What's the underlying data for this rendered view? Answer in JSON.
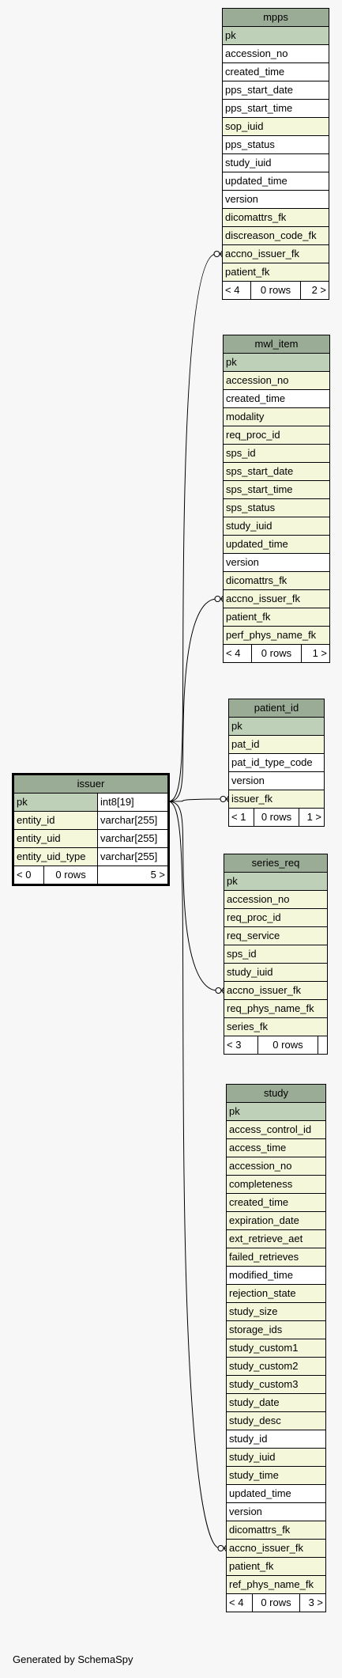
{
  "tables": {
    "mpps": {
      "title": "mpps",
      "columns": [
        {
          "name": "pk",
          "kind": "pk"
        },
        {
          "name": "accession_no",
          "kind": "plain"
        },
        {
          "name": "created_time",
          "kind": "plain"
        },
        {
          "name": "pps_start_date",
          "kind": "plain"
        },
        {
          "name": "pps_start_time",
          "kind": "plain"
        },
        {
          "name": "sop_iuid",
          "kind": "fk"
        },
        {
          "name": "pps_status",
          "kind": "plain"
        },
        {
          "name": "study_iuid",
          "kind": "plain"
        },
        {
          "name": "updated_time",
          "kind": "plain"
        },
        {
          "name": "version",
          "kind": "plain"
        },
        {
          "name": "dicomattrs_fk",
          "kind": "fk"
        },
        {
          "name": "discreason_code_fk",
          "kind": "fk"
        },
        {
          "name": "accno_issuer_fk",
          "kind": "fk"
        },
        {
          "name": "patient_fk",
          "kind": "fk"
        }
      ],
      "footer": [
        "< 4",
        "0 rows",
        "2 >"
      ]
    },
    "mwl_item": {
      "title": "mwl_item",
      "columns": [
        {
          "name": "pk",
          "kind": "pk"
        },
        {
          "name": "accession_no",
          "kind": "fk"
        },
        {
          "name": "created_time",
          "kind": "plain"
        },
        {
          "name": "modality",
          "kind": "fk"
        },
        {
          "name": "req_proc_id",
          "kind": "fk"
        },
        {
          "name": "sps_id",
          "kind": "fk"
        },
        {
          "name": "sps_start_date",
          "kind": "fk"
        },
        {
          "name": "sps_start_time",
          "kind": "fk"
        },
        {
          "name": "sps_status",
          "kind": "fk"
        },
        {
          "name": "study_iuid",
          "kind": "fk"
        },
        {
          "name": "updated_time",
          "kind": "fk"
        },
        {
          "name": "version",
          "kind": "plain"
        },
        {
          "name": "dicomattrs_fk",
          "kind": "fk"
        },
        {
          "name": "accno_issuer_fk",
          "kind": "fk"
        },
        {
          "name": "patient_fk",
          "kind": "fk"
        },
        {
          "name": "perf_phys_name_fk",
          "kind": "fk"
        }
      ],
      "footer": [
        "< 4",
        "0 rows",
        "1 >"
      ]
    },
    "patient_id": {
      "title": "patient_id",
      "columns": [
        {
          "name": "pk",
          "kind": "pk"
        },
        {
          "name": "pat_id",
          "kind": "fk"
        },
        {
          "name": "pat_id_type_code",
          "kind": "plain"
        },
        {
          "name": "version",
          "kind": "plain"
        },
        {
          "name": "issuer_fk",
          "kind": "fk"
        }
      ],
      "footer": [
        "< 1",
        "0 rows",
        "1 >"
      ]
    },
    "series_req": {
      "title": "series_req",
      "columns": [
        {
          "name": "pk",
          "kind": "pk"
        },
        {
          "name": "accession_no",
          "kind": "fk"
        },
        {
          "name": "req_proc_id",
          "kind": "fk"
        },
        {
          "name": "req_service",
          "kind": "fk"
        },
        {
          "name": "sps_id",
          "kind": "fk"
        },
        {
          "name": "study_iuid",
          "kind": "fk"
        },
        {
          "name": "accno_issuer_fk",
          "kind": "fk"
        },
        {
          "name": "req_phys_name_fk",
          "kind": "fk"
        },
        {
          "name": "series_fk",
          "kind": "fk"
        }
      ],
      "footer": [
        "< 3",
        "0 rows",
        ""
      ]
    },
    "study": {
      "title": "study",
      "columns": [
        {
          "name": "pk",
          "kind": "pk"
        },
        {
          "name": "access_control_id",
          "kind": "fk"
        },
        {
          "name": "access_time",
          "kind": "fk"
        },
        {
          "name": "accession_no",
          "kind": "fk"
        },
        {
          "name": "completeness",
          "kind": "fk"
        },
        {
          "name": "created_time",
          "kind": "fk"
        },
        {
          "name": "expiration_date",
          "kind": "fk"
        },
        {
          "name": "ext_retrieve_aet",
          "kind": "fk"
        },
        {
          "name": "failed_retrieves",
          "kind": "fk"
        },
        {
          "name": "modified_time",
          "kind": "plain"
        },
        {
          "name": "rejection_state",
          "kind": "fk"
        },
        {
          "name": "study_size",
          "kind": "fk"
        },
        {
          "name": "storage_ids",
          "kind": "fk"
        },
        {
          "name": "study_custom1",
          "kind": "fk"
        },
        {
          "name": "study_custom2",
          "kind": "fk"
        },
        {
          "name": "study_custom3",
          "kind": "fk"
        },
        {
          "name": "study_date",
          "kind": "fk"
        },
        {
          "name": "study_desc",
          "kind": "fk"
        },
        {
          "name": "study_id",
          "kind": "plain"
        },
        {
          "name": "study_iuid",
          "kind": "fk"
        },
        {
          "name": "study_time",
          "kind": "fk"
        },
        {
          "name": "updated_time",
          "kind": "plain"
        },
        {
          "name": "version",
          "kind": "plain"
        },
        {
          "name": "dicomattrs_fk",
          "kind": "fk"
        },
        {
          "name": "accno_issuer_fk",
          "kind": "fk"
        },
        {
          "name": "patient_fk",
          "kind": "fk"
        },
        {
          "name": "ref_phys_name_fk",
          "kind": "fk"
        }
      ],
      "footer": [
        "< 4",
        "0 rows",
        "3 >"
      ]
    },
    "issuer": {
      "title": "issuer",
      "columns": [
        {
          "name": "pk",
          "type": "int8[19]",
          "kind": "pk"
        },
        {
          "name": "entity_id",
          "type": "varchar[255]",
          "kind": "fk"
        },
        {
          "name": "entity_uid",
          "type": "varchar[255]",
          "kind": "fk"
        },
        {
          "name": "entity_uid_type",
          "type": "varchar[255]",
          "kind": "fk"
        }
      ],
      "footer": [
        "< 0",
        "0 rows",
        "5 >"
      ]
    }
  },
  "footer_text": "Generated by SchemaSpy",
  "colors": {
    "title_bg": "#9aab96",
    "pk_bg": "#bed1b8",
    "fk_bg": "#f4f7da",
    "plain_bg": "#ffffff",
    "page_bg": "#f7f7f7"
  }
}
